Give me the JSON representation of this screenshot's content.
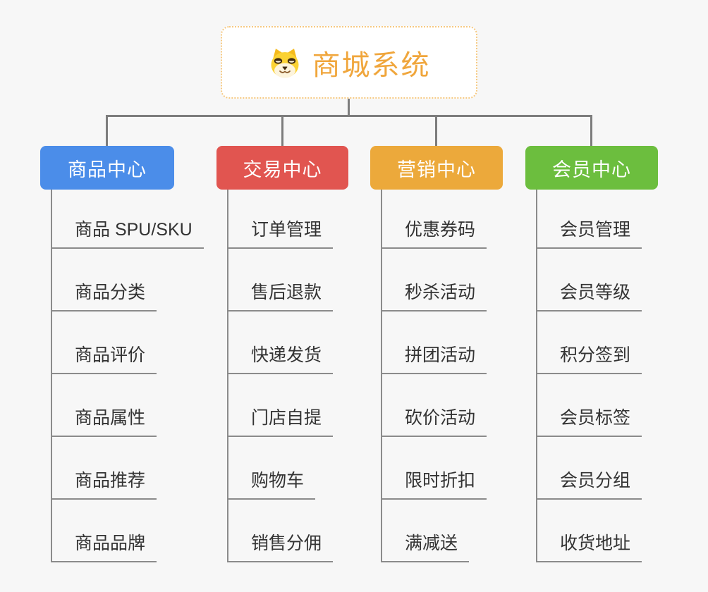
{
  "root": {
    "title": "商城系统",
    "icon": "dog-face-icon",
    "text_color": "#f0a63c",
    "border_color": "#f6c981"
  },
  "colors": {
    "background": "#f7f7f7",
    "connector": "#7d7d7d",
    "leaf_connector": "#8b8b8b",
    "leaf_text": "#333333"
  },
  "branches": [
    {
      "label": "商品中心",
      "color": "#4b8de9",
      "items": [
        "商品 SPU/SKU",
        "商品分类",
        "商品评价",
        "商品属性",
        "商品推荐",
        "商品品牌"
      ]
    },
    {
      "label": "交易中心",
      "color": "#e15550",
      "items": [
        "订单管理",
        "售后退款",
        "快递发货",
        "门店自提",
        "购物车",
        "销售分佣"
      ]
    },
    {
      "label": "营销中心",
      "color": "#eca93b",
      "items": [
        "优惠券码",
        "秒杀活动",
        "拼团活动",
        "砍价活动",
        "限时折扣",
        "满减送"
      ]
    },
    {
      "label": "会员中心",
      "color": "#6cbe3e",
      "items": [
        "会员管理",
        "会员等级",
        "积分签到",
        "会员标签",
        "会员分组",
        "收货地址"
      ]
    }
  ]
}
